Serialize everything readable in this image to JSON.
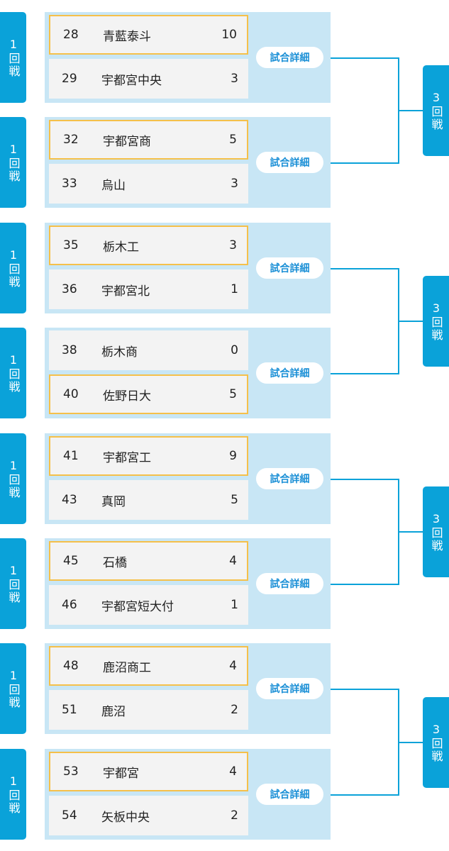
{
  "labels": {
    "round1": "1回戦",
    "round3": "3回戦",
    "detail": "試合詳細"
  },
  "matches": [
    {
      "top": {
        "seed": "28",
        "name": "青藍泰斗",
        "score": "10",
        "win": true
      },
      "bottom": {
        "seed": "29",
        "name": "宇都宮中央",
        "score": "3",
        "win": false
      }
    },
    {
      "top": {
        "seed": "32",
        "name": "宇都宮商",
        "score": "5",
        "win": true
      },
      "bottom": {
        "seed": "33",
        "name": "烏山",
        "score": "3",
        "win": false
      }
    },
    {
      "top": {
        "seed": "35",
        "name": "栃木工",
        "score": "3",
        "win": true
      },
      "bottom": {
        "seed": "36",
        "name": "宇都宮北",
        "score": "1",
        "win": false
      }
    },
    {
      "top": {
        "seed": "38",
        "name": "栃木商",
        "score": "0",
        "win": false
      },
      "bottom": {
        "seed": "40",
        "name": "佐野日大",
        "score": "5",
        "win": true
      }
    },
    {
      "top": {
        "seed": "41",
        "name": "宇都宮工",
        "score": "9",
        "win": true
      },
      "bottom": {
        "seed": "43",
        "name": "真岡",
        "score": "5",
        "win": false
      }
    },
    {
      "top": {
        "seed": "45",
        "name": "石橋",
        "score": "4",
        "win": true
      },
      "bottom": {
        "seed": "46",
        "name": "宇都宮短大付",
        "score": "1",
        "win": false
      }
    },
    {
      "top": {
        "seed": "48",
        "name": "鹿沼商工",
        "score": "4",
        "win": true
      },
      "bottom": {
        "seed": "51",
        "name": "鹿沼",
        "score": "2",
        "win": false
      }
    },
    {
      "top": {
        "seed": "53",
        "name": "宇都宮",
        "score": "4",
        "win": true
      },
      "bottom": {
        "seed": "54",
        "name": "矢板中央",
        "score": "2",
        "win": false
      }
    }
  ],
  "colors": {
    "accent": "#0aa2d9",
    "box": "#c8e6f5",
    "winner_border": "#f5c04a",
    "button_text": "#1a8fd6"
  }
}
